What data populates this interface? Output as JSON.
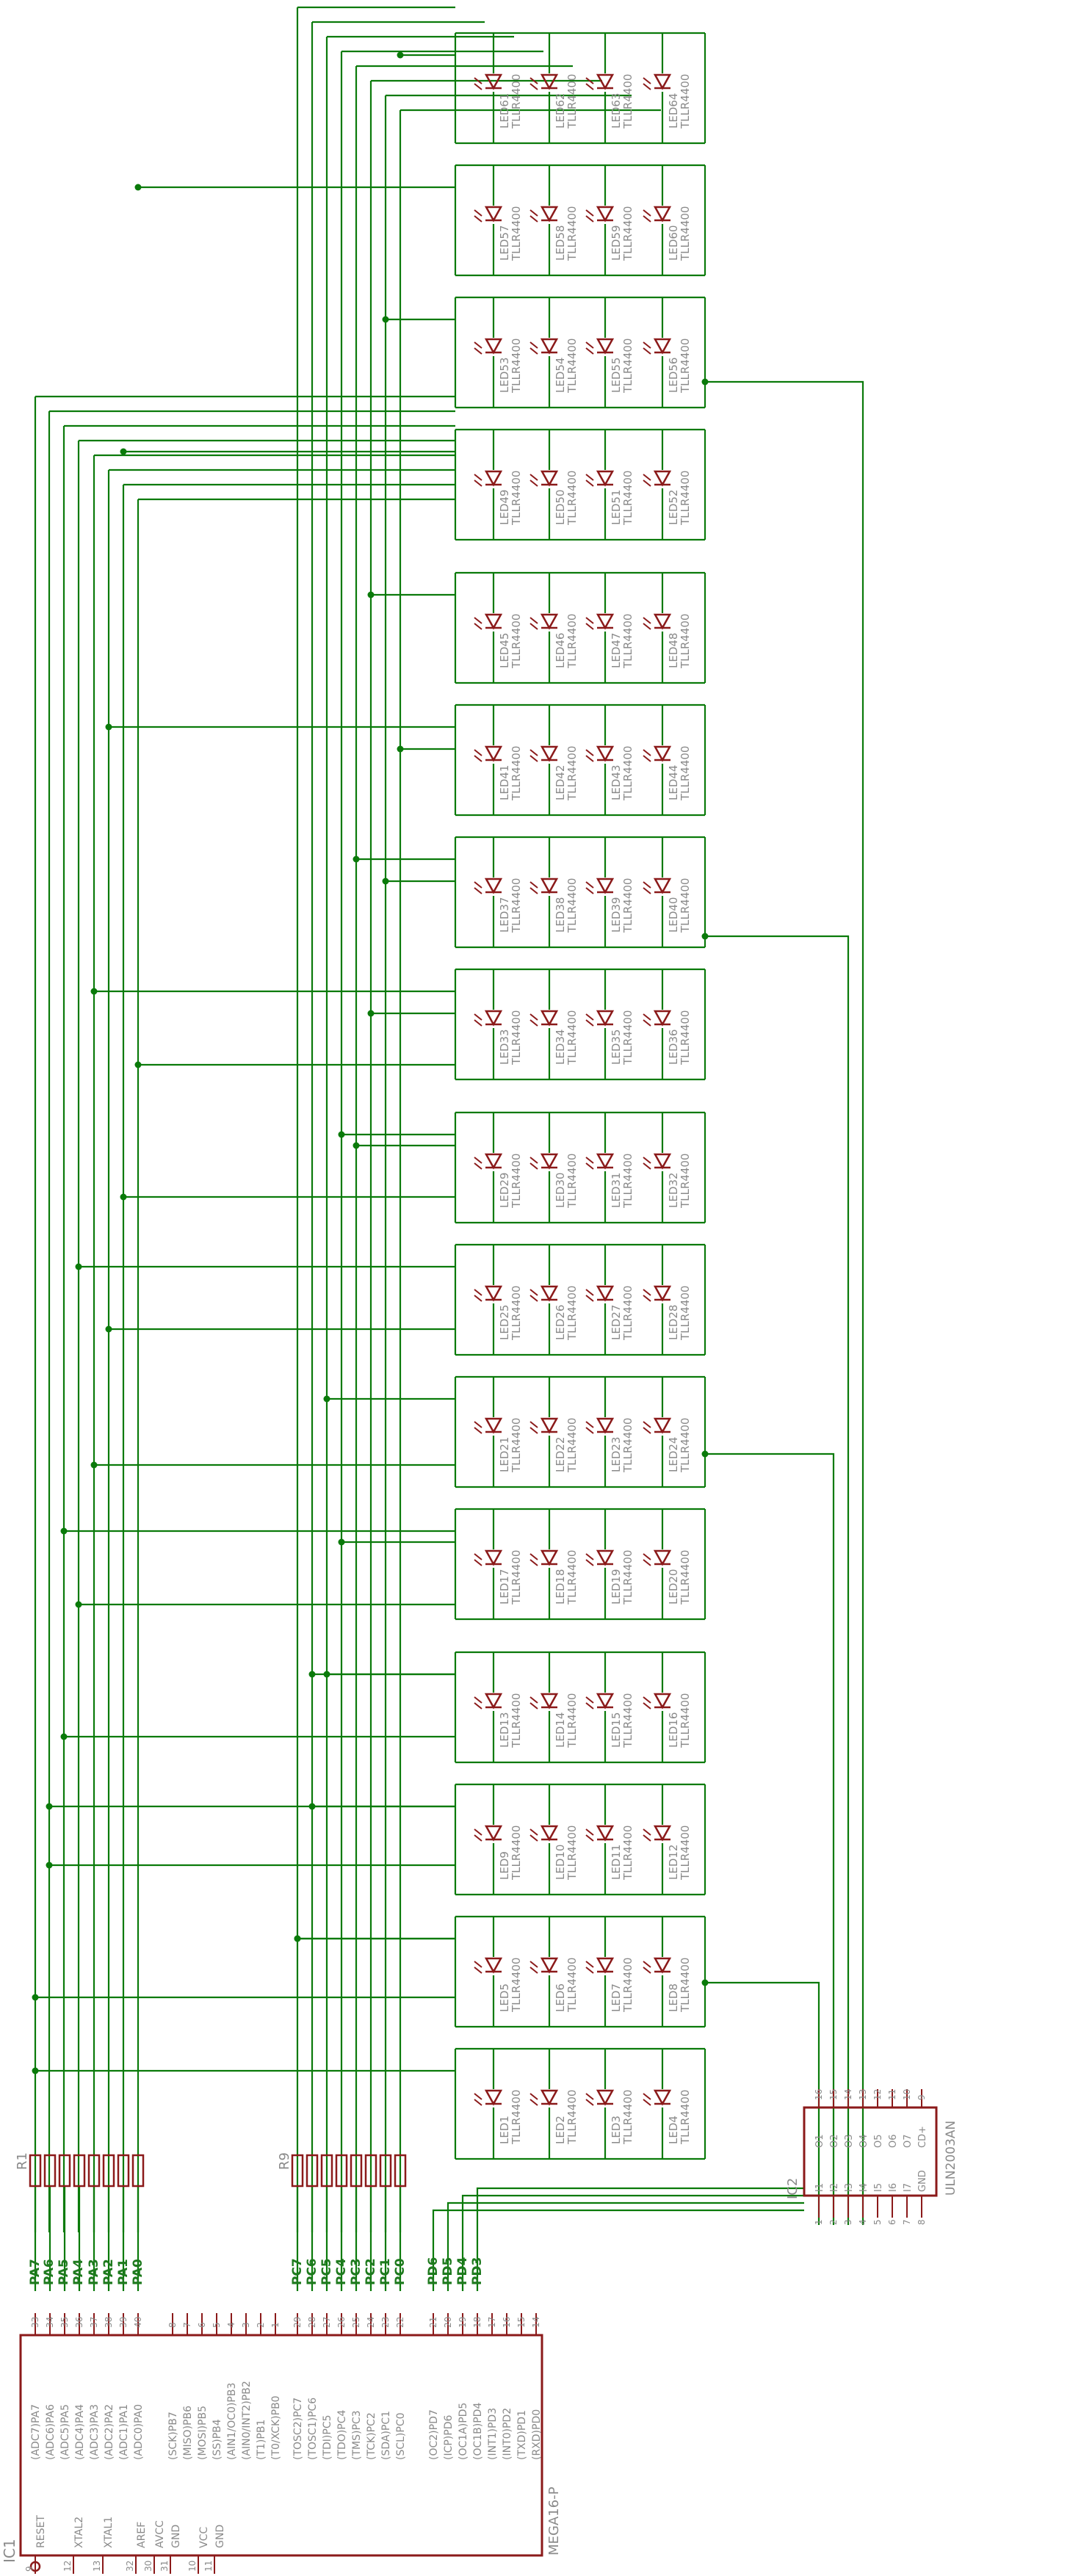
{
  "colors": {
    "wire": "#0a7a0a",
    "junction": "#0a7a0a",
    "part": "#8b1a1a",
    "text": "#8a8a8a",
    "net_label": "#1e7a1e",
    "background": "#ffffff"
  },
  "ic1": {
    "ref": "IC1",
    "value": "MEGA16-P",
    "left_pins": [
      {
        "num": "9",
        "name": "RESET"
      },
      {
        "num": "12",
        "name": "XTAL2"
      },
      {
        "num": "13",
        "name": "XTAL1"
      },
      {
        "num": "32",
        "name": "AREF"
      },
      {
        "num": "30",
        "name": "AVCC"
      },
      {
        "num": "31",
        "name": "GND"
      },
      {
        "num": "10",
        "name": "VCC"
      },
      {
        "num": "11",
        "name": "GND"
      }
    ],
    "top_pin_groups": [
      [
        {
          "num": "33",
          "name": "(ADC7)PA7"
        },
        {
          "num": "34",
          "name": "(ADC6)PA6"
        },
        {
          "num": "35",
          "name": "(ADC5)PA5"
        },
        {
          "num": "36",
          "name": "(ADC4)PA4"
        },
        {
          "num": "37",
          "name": "(ADC3)PA3"
        },
        {
          "num": "38",
          "name": "(ADC2)PA2"
        },
        {
          "num": "39",
          "name": "(ADC1)PA1"
        },
        {
          "num": "40",
          "name": "(ADC0)PA0"
        }
      ],
      [
        {
          "num": "8",
          "name": "(SCK)PB7"
        },
        {
          "num": "7",
          "name": "(MISO)PB6"
        },
        {
          "num": "6",
          "name": "(MOSI)PB5"
        },
        {
          "num": "5",
          "name": "(SS)PB4"
        },
        {
          "num": "4",
          "name": "(AIN1/OC0)PB3"
        },
        {
          "num": "3",
          "name": "(AIN0/INT2)PB2"
        },
        {
          "num": "2",
          "name": "(T1)PB1"
        },
        {
          "num": "1",
          "name": "(T0/XCK)PB0"
        }
      ],
      [
        {
          "num": "29",
          "name": "(TOSC2)PC7"
        },
        {
          "num": "28",
          "name": "(TOSC1)PC6"
        },
        {
          "num": "27",
          "name": "(TDI)PC5"
        },
        {
          "num": "26",
          "name": "(TDO)PC4"
        },
        {
          "num": "25",
          "name": "(TMS)PC3"
        },
        {
          "num": "24",
          "name": "(TCK)PC2"
        },
        {
          "num": "23",
          "name": "(SDA)PC1"
        },
        {
          "num": "22",
          "name": "(SCL)PC0"
        }
      ],
      [
        {
          "num": "21",
          "name": "(OC2)PD7"
        },
        {
          "num": "20",
          "name": "(ICP)PD6"
        },
        {
          "num": "19",
          "name": "(OC1A)PD5"
        },
        {
          "num": "18",
          "name": "(OC1B)PD4"
        },
        {
          "num": "17",
          "name": "(INT1)PD3"
        },
        {
          "num": "16",
          "name": "(INT0)PD2"
        },
        {
          "num": "15",
          "name": "(TXD)PD1"
        },
        {
          "num": "14",
          "name": "(RXD)PD0"
        }
      ]
    ]
  },
  "net_labels_a": [
    "PA7",
    "PA6",
    "PA5",
    "PA4",
    "PA3",
    "PA2",
    "PA1",
    "PA0"
  ],
  "net_labels_c": [
    "PC7",
    "PC6",
    "PC5",
    "PC4",
    "PC3",
    "PC2",
    "PC1",
    "PC0"
  ],
  "net_labels_d": [
    "PD6",
    "PD5",
    "PD4",
    "PD3"
  ],
  "r1": {
    "ref": "R1"
  },
  "r9": {
    "ref": "R9"
  },
  "ic2": {
    "ref": "IC2",
    "value": "ULN2003AN",
    "left_pins": [
      {
        "num": "1",
        "name": "I1"
      },
      {
        "num": "2",
        "name": "I2"
      },
      {
        "num": "3",
        "name": "I3"
      },
      {
        "num": "4",
        "name": "I4"
      },
      {
        "num": "5",
        "name": "I5"
      },
      {
        "num": "6",
        "name": "I6"
      },
      {
        "num": "7",
        "name": "I7"
      },
      {
        "num": "8",
        "name": "GND"
      }
    ],
    "right_pins": [
      {
        "num": "16",
        "name": "O1"
      },
      {
        "num": "15",
        "name": "O2"
      },
      {
        "num": "14",
        "name": "O3"
      },
      {
        "num": "13",
        "name": "O4"
      },
      {
        "num": "12",
        "name": "O5"
      },
      {
        "num": "11",
        "name": "O6"
      },
      {
        "num": "10",
        "name": "O7"
      },
      {
        "num": "9",
        "name": "CD+"
      }
    ]
  },
  "led_value": "TLLR4400",
  "led_prefix": "LED",
  "led_count": 64
}
